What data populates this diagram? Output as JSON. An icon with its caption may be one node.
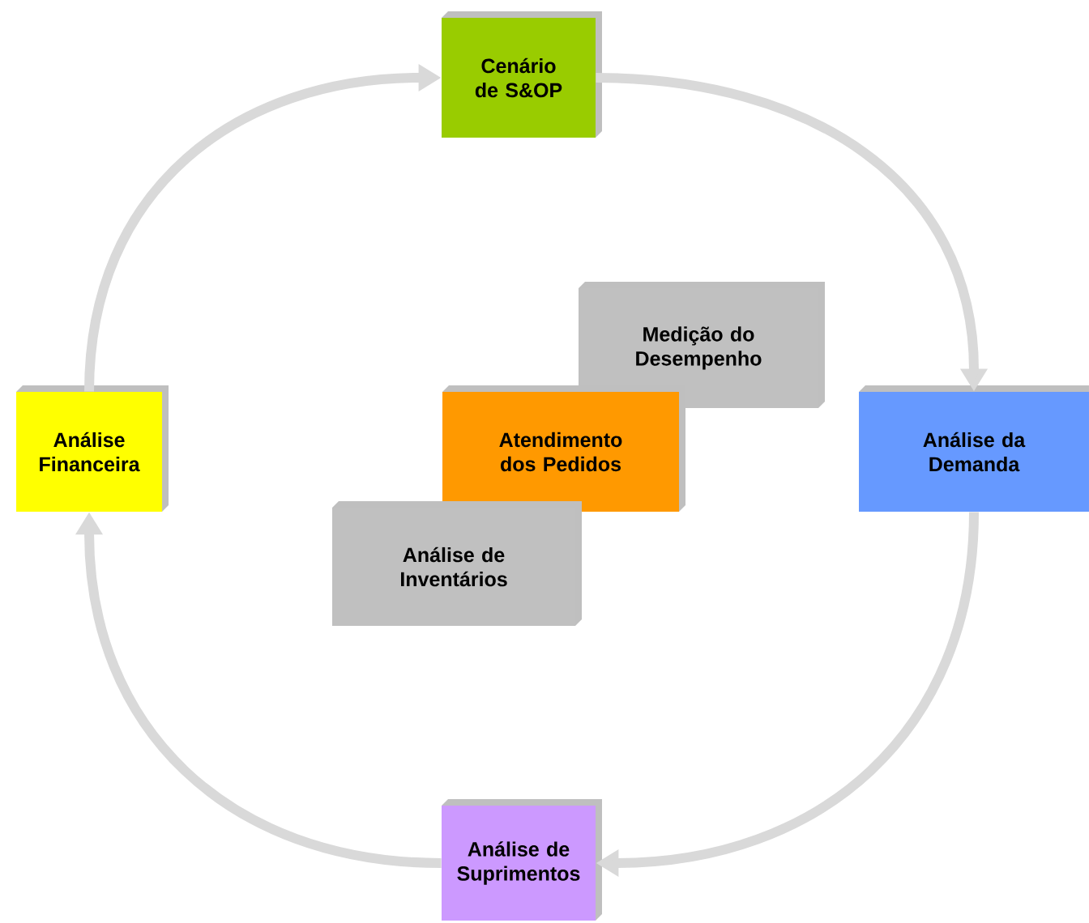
{
  "diagram": {
    "nodes": [
      {
        "text": [
          "Cenário de S&OP"
        ]
      },
      {
        "text": [
          "Análise Financeira"
        ]
      },
      {
        "text": [
          "Medição do Desempenho"
        ]
      },
      {
        "text": [
          "Atendimento dos Pedidos"
        ]
      },
      {
        "text": [
          "Análise da Demanda"
        ]
      },
      {
        "text": [
          "Análise de Inventários"
        ]
      },
      {
        "text": [
          "Análise de Suprimentos"
        ]
      }
    ],
    "edges": [
      {
        "from": 1,
        "to": 0,
        "arrow": "to"
      },
      {
        "from": 0,
        "to": 4,
        "arrow": "to"
      },
      {
        "from": 4,
        "to": 6,
        "arrow": "to"
      },
      {
        "from": 6,
        "to": 1,
        "arrow": "to"
      }
    ]
  }
}
